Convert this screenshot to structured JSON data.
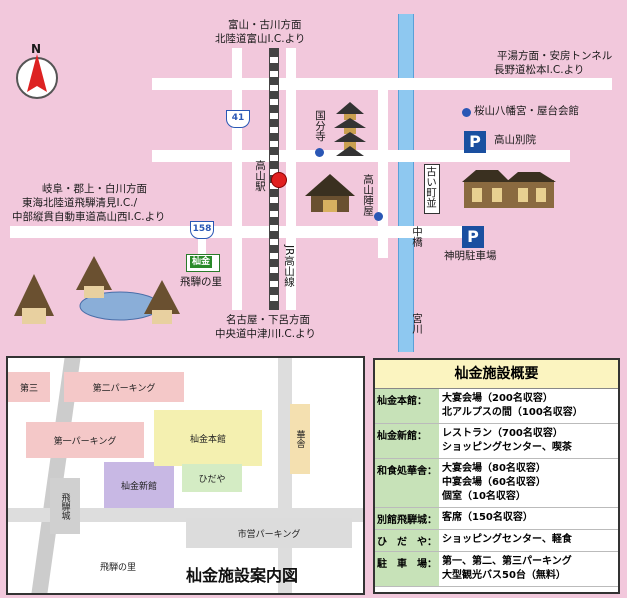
{
  "map": {
    "north_label": "N",
    "top_dest_line1": "富山・古川方面",
    "top_dest_line2": "北陸道富山I.C.より",
    "right_top_line1": "平湯方面・安房トンネル",
    "right_top_line2": "長野道松本I.C.より",
    "left_line1": "岐阜・郡上・白川方面",
    "left_line2": "東海北陸道飛騨清見I.C./",
    "left_line3": "中部縦貫自動車道高山西I.C.より",
    "bottom_line1": "名古屋・下呂方面",
    "bottom_line2": "中央道中津川I.C.より",
    "route41": "41",
    "route158": "158",
    "kokubunji": "国分寺",
    "takayama_station": "高山駅",
    "jr_line": "JR高山線",
    "takayama_jinya": "高山陣屋",
    "furui_machinami": "古い町並",
    "nakabashi": "中橋",
    "miyagawa": "宮川",
    "sakurayama": "桜山八幡宮・屋台会館",
    "takayama_betsuin": "高山別院",
    "shinmeichusha": "神明駐車場",
    "hida_no_sato": "飛騨の里",
    "hotel_sign": "杣金",
    "parking_symbol": "P"
  },
  "site": {
    "title": "杣金施設案内図",
    "daisan": "第三",
    "daini": "第二パーキング",
    "daiichi": "第一パーキング",
    "shinkan": "杣金新館",
    "honkan": "杣金本館",
    "hidaya": "ひだや",
    "kasha": "華舎",
    "hidajo": "飛騨城",
    "shiei": "市営パーキング",
    "hida_no_sato": "飛騨の里"
  },
  "info": {
    "title": "杣金施設概要",
    "rows": [
      {
        "label": "杣金本館：",
        "lines": [
          "大宴会場（200名収容）",
          "北アルプスの間（100名収容）"
        ]
      },
      {
        "label": "杣金新館：",
        "lines": [
          "レストラン（700名収容）",
          "ショッピングセンター、喫茶"
        ]
      },
      {
        "label": "和食処華舎：",
        "lines": [
          "大宴会場（80名収容）",
          "中宴会場（60名収容）",
          "個室（10名収容）"
        ]
      },
      {
        "label": "別館飛騨城：",
        "lines": [
          "客席（150名収容）"
        ]
      },
      {
        "label": "ひ　だ　や：",
        "lines": [
          "ショッピングセンター、軽食"
        ]
      },
      {
        "label": "駐　車　場：",
        "lines": [
          "第一、第二、第三パーキング",
          "大型観光バス50台（無料）"
        ]
      }
    ]
  },
  "colors": {
    "background": "#f2c8dc",
    "river": "#8ec8f0",
    "parking_blue": "#1a4fa0",
    "station_red": "#e02020"
  }
}
